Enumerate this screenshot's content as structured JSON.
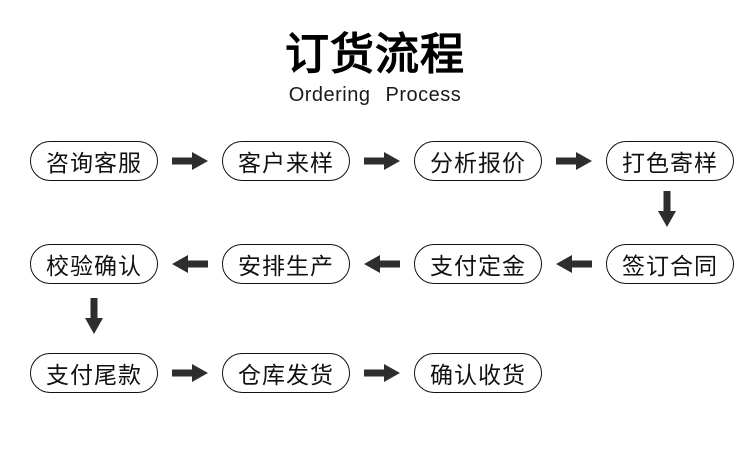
{
  "header": {
    "title": "订货流程",
    "subtitle": "Ordering Process"
  },
  "colors": {
    "background": "#ffffff",
    "text": "#111111",
    "pill_border": "#111111",
    "arrow": "#2e2e2e"
  },
  "flow": {
    "row1": {
      "arrow_direction": "right",
      "steps": [
        "咨询客服",
        "客户来样",
        "分析报价",
        "打色寄样"
      ]
    },
    "connector1": {
      "type": "down-arrow",
      "from": "打色寄样",
      "to": "签订合同"
    },
    "row2": {
      "arrow_direction": "left",
      "steps": [
        "校验确认",
        "安排生产",
        "支付定金",
        "签订合同"
      ]
    },
    "connector2": {
      "type": "down-arrow",
      "from": "校验确认",
      "to": "支付尾款"
    },
    "row3": {
      "arrow_direction": "right",
      "steps": [
        "支付尾款",
        "仓库发货",
        "确认收货"
      ]
    }
  }
}
